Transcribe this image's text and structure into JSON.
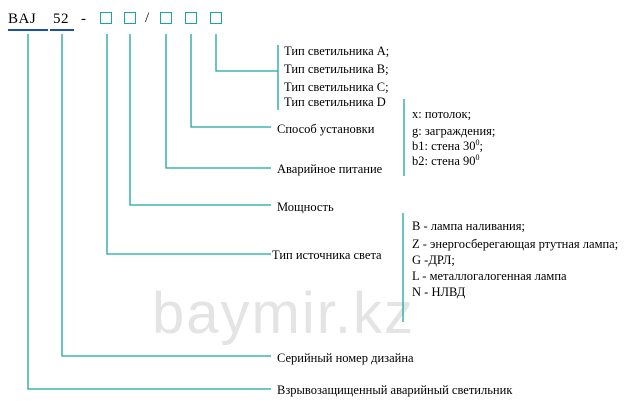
{
  "code": {
    "part1": "BAJ",
    "part2": "52",
    "dash": "-",
    "slash": "/"
  },
  "watermark": "baymir.kz",
  "labels": {
    "lamp_types": [
      "Тип светильника A;",
      "Тип светильника B;",
      "Тип светильника C;",
      "Тип светильника D"
    ],
    "mounting": "Способ установки",
    "emergency_power": "Аварийное питание",
    "power": "Мощность",
    "light_source": "Тип источника света",
    "design_serial": "Серийный номер дизайна",
    "explosion_proof": "Взрывозащищенный аварийный светильник"
  },
  "mounting_options": {
    "x": "x: потолок;",
    "g": "g: заграждения;",
    "b1_text": "b1:  стена 30",
    "b1_sup": "0",
    "b1_end": ";",
    "b2_text": "b2: стена 90",
    "b2_sup": "0"
  },
  "light_sources": [
    "B - лампа наливания;",
    "Z - энергосберегающая ртутная лампа;",
    "G -ДРЛ;",
    "L - металлогалогенная лампа",
    "N - НЛВД"
  ],
  "colors": {
    "connector": "#1aa6a0",
    "underline": "#1f4fa0"
  }
}
